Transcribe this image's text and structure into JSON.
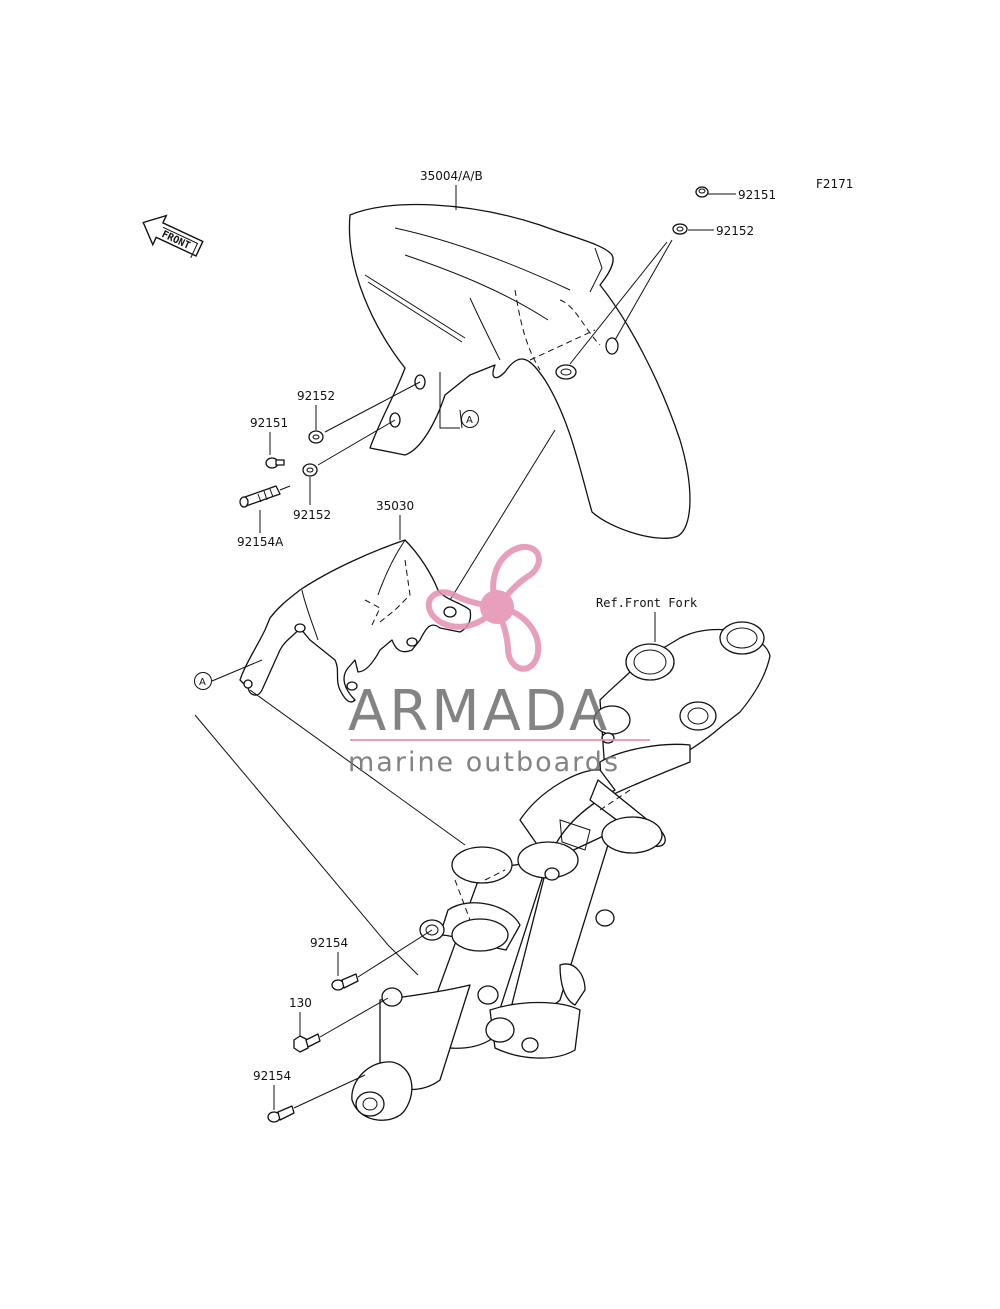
{
  "figure_id": "F2171",
  "front_label": "FRONT",
  "callout_letter": "A",
  "parts": {
    "fender": "35004/A/B",
    "bracket": "35030",
    "bolt_top": "92151",
    "washer_top": "92152",
    "bolt_left": "92151",
    "washer_left_upper": "92152",
    "washer_left_lower": "92152",
    "stud": "92154A",
    "bolt_lower_1": "92154",
    "bolt_130": "130",
    "bolt_lower_2": "92154",
    "ref_fork": "Ref.Front Fork"
  },
  "watermark": {
    "brand": "ARMADA",
    "tagline": "marine outboards",
    "accent_color": "#e58fb3",
    "text_color": "#6e6e6e"
  }
}
